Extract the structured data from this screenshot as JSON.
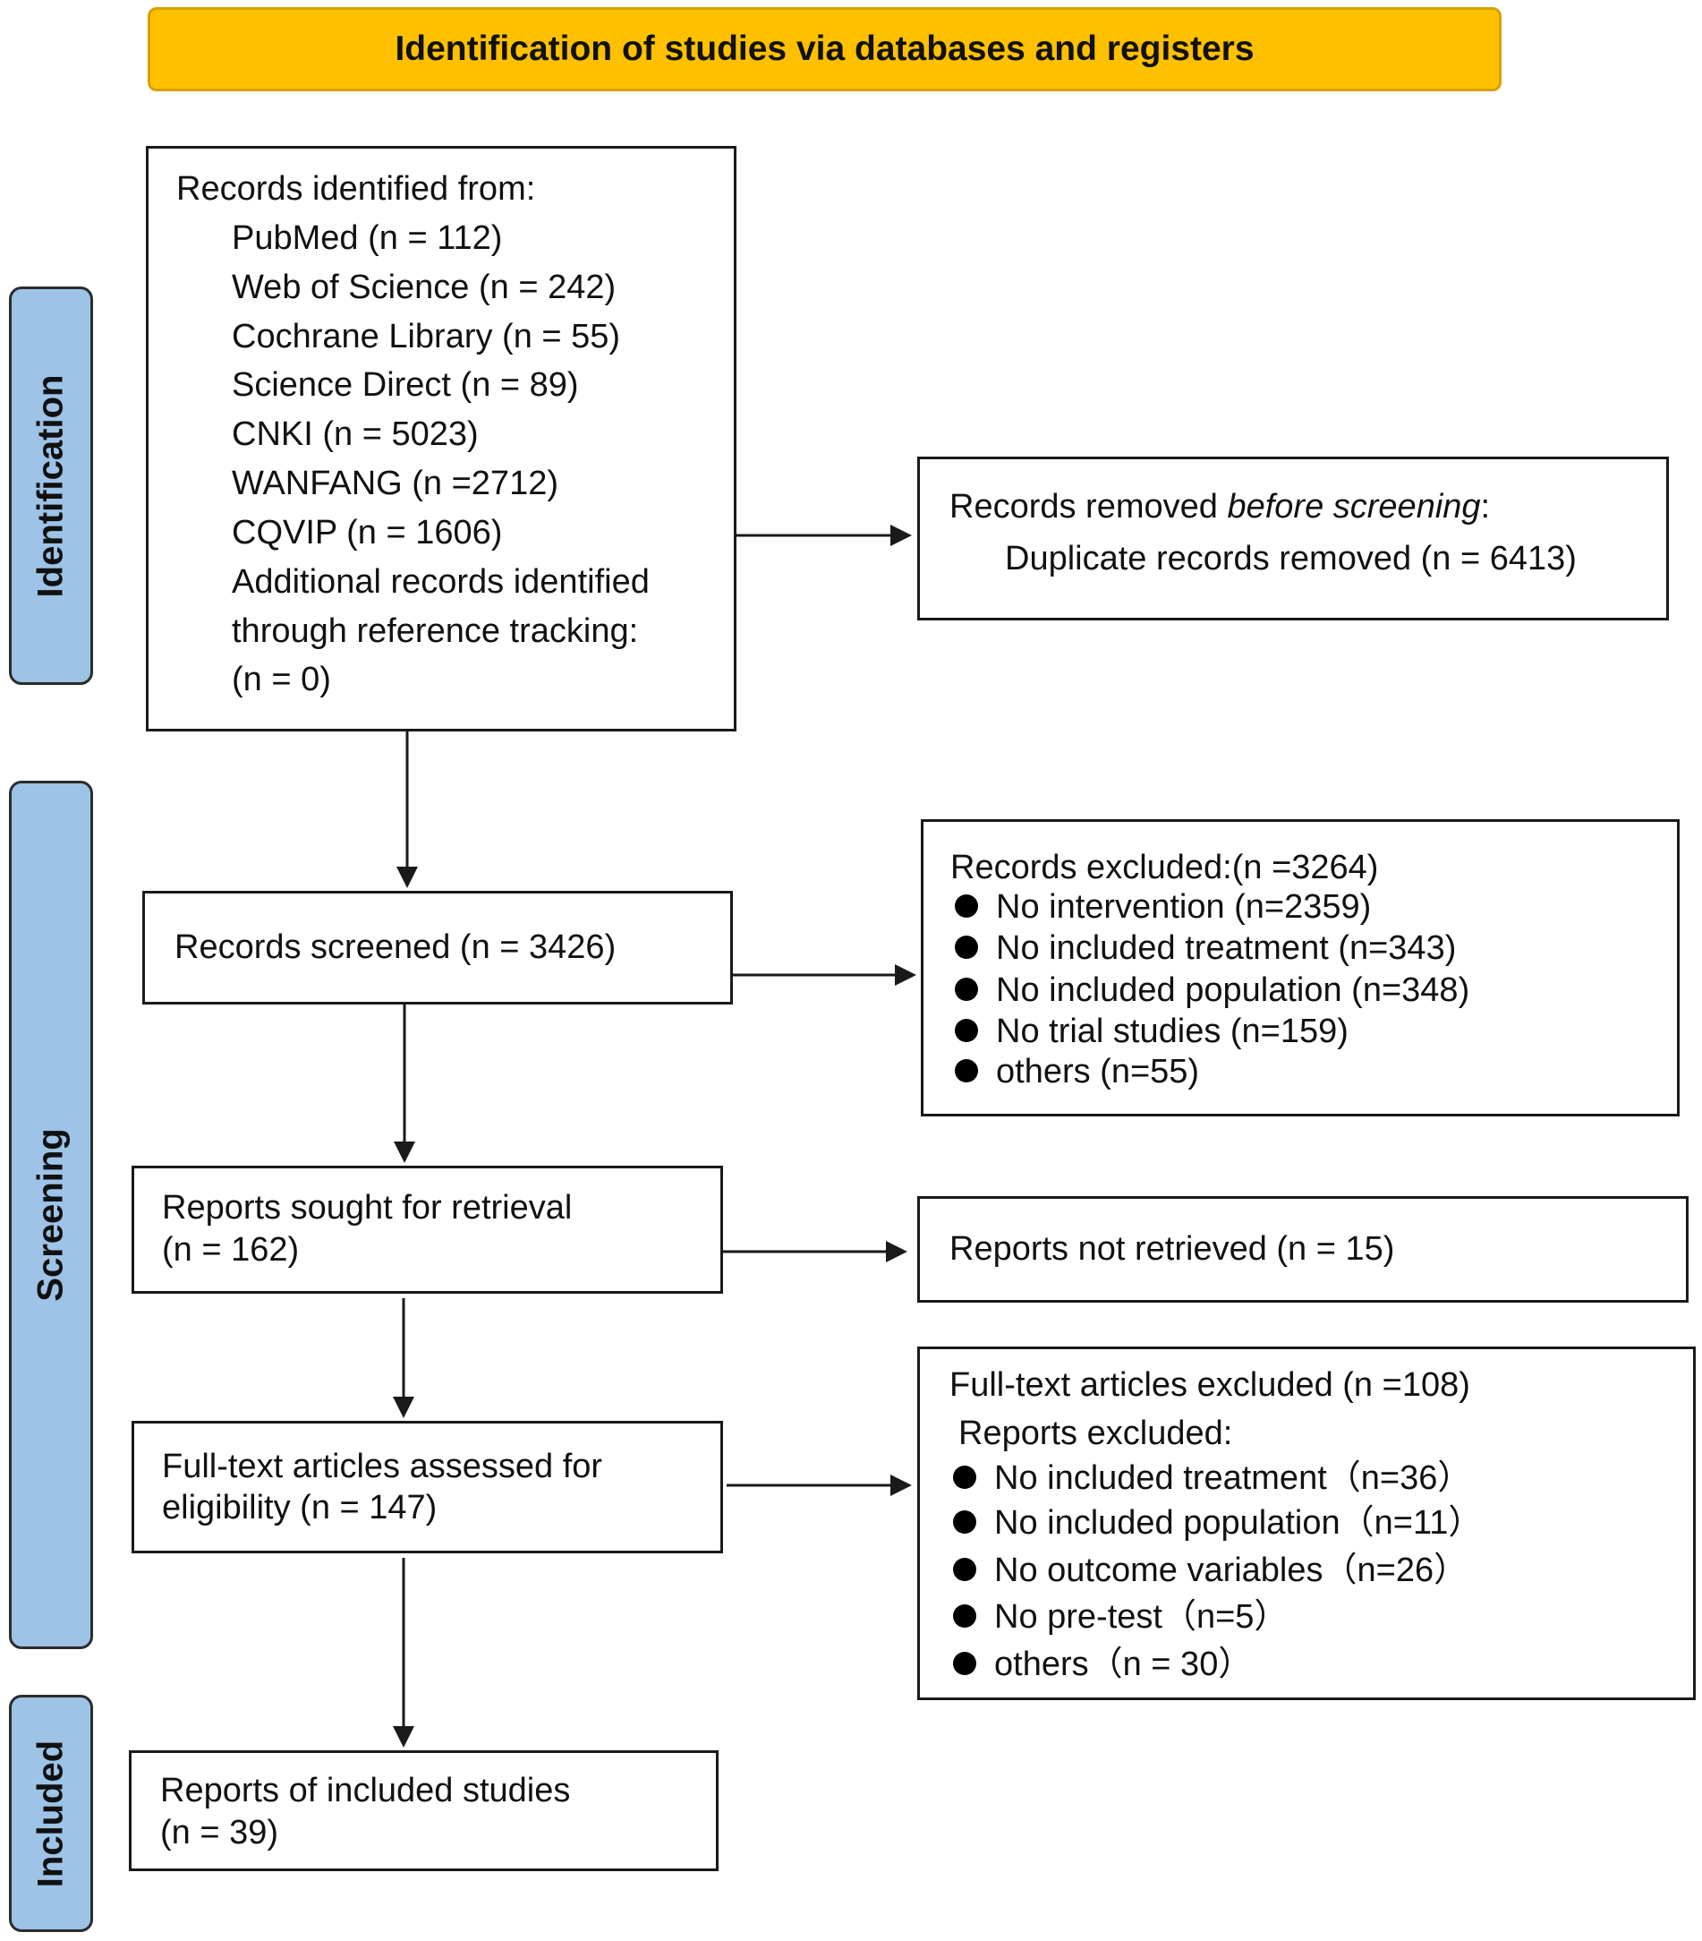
{
  "header": "Identification of studies via databases and registers",
  "phases": {
    "identification": "Identification",
    "screening": "Screening",
    "included": "Included"
  },
  "identified": {
    "heading": "Records identified from:",
    "sources": [
      "PubMed (n = 112)",
      "Web of Science (n = 242)",
      "Cochrane  Library (n = 55)",
      "Science Direct (n = 89)",
      "CNKI  (n = 5023)",
      "WANFANG  (n =2712)",
      "CQVIP  (n = 1606)"
    ],
    "additional": [
      "Additional records identified",
      "through reference tracking:",
      "(n = 0)"
    ]
  },
  "removed": {
    "heading_prefix": "Records removed ",
    "heading_italic": "before screening",
    "heading_suffix": ":",
    "duplicates": "Duplicate records removed  (n = 6413)"
  },
  "screened": "Records screened (n = 3426)",
  "excluded": {
    "heading": "Records excluded:(n =3264)",
    "items": [
      "No intervention (n=2359)",
      "No included treatment (n=343)",
      "No included population (n=348)",
      "No trial studies (n=159)",
      "others (n=55)"
    ]
  },
  "sought": [
    "Reports sought for retrieval",
    "(n = 162)"
  ],
  "not_retrieved": "Reports not retrieved (n = 15)",
  "assessed": [
    "Full-text articles assessed for",
    "eligibility (n = 147)"
  ],
  "fulltext_excluded": {
    "heading": "Full-text articles excluded (n =108)",
    "subheading": "Reports excluded:",
    "items": [
      "No included treatment（n=36）",
      "No included population（n=11）",
      "No outcome variables（n=26）",
      "No pre-test（n=5）",
      "others（n = 30）"
    ]
  },
  "included_studies": [
    "Reports of included studies",
    "(n = 39)"
  ]
}
